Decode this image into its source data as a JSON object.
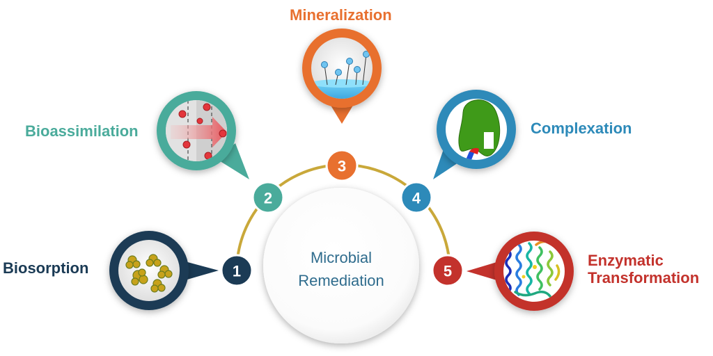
{
  "center": {
    "line1": "Microbial",
    "line2": "Remediation"
  },
  "steps": [
    {
      "number": "1",
      "label": "Biosorption",
      "color": "#1b3b55",
      "icon": "particle-clusters-icon"
    },
    {
      "number": "2",
      "label": "Bioassimilation",
      "color": "#4aab9b",
      "icon": "membrane-transport-icon"
    },
    {
      "number": "3",
      "label": "Mineralization",
      "color": "#e8702f",
      "icon": "liquid-molecules-icon"
    },
    {
      "number": "4",
      "label": "Complexation",
      "color": "#2d8ab9",
      "icon": "cell-complex-icon"
    },
    {
      "number": "5",
      "label": "Enzymatic Transformation",
      "label_line1": "Enzymatic",
      "label_line2": "Transformation",
      "color": "#c3322c",
      "icon": "protein-structure-icon"
    }
  ]
}
